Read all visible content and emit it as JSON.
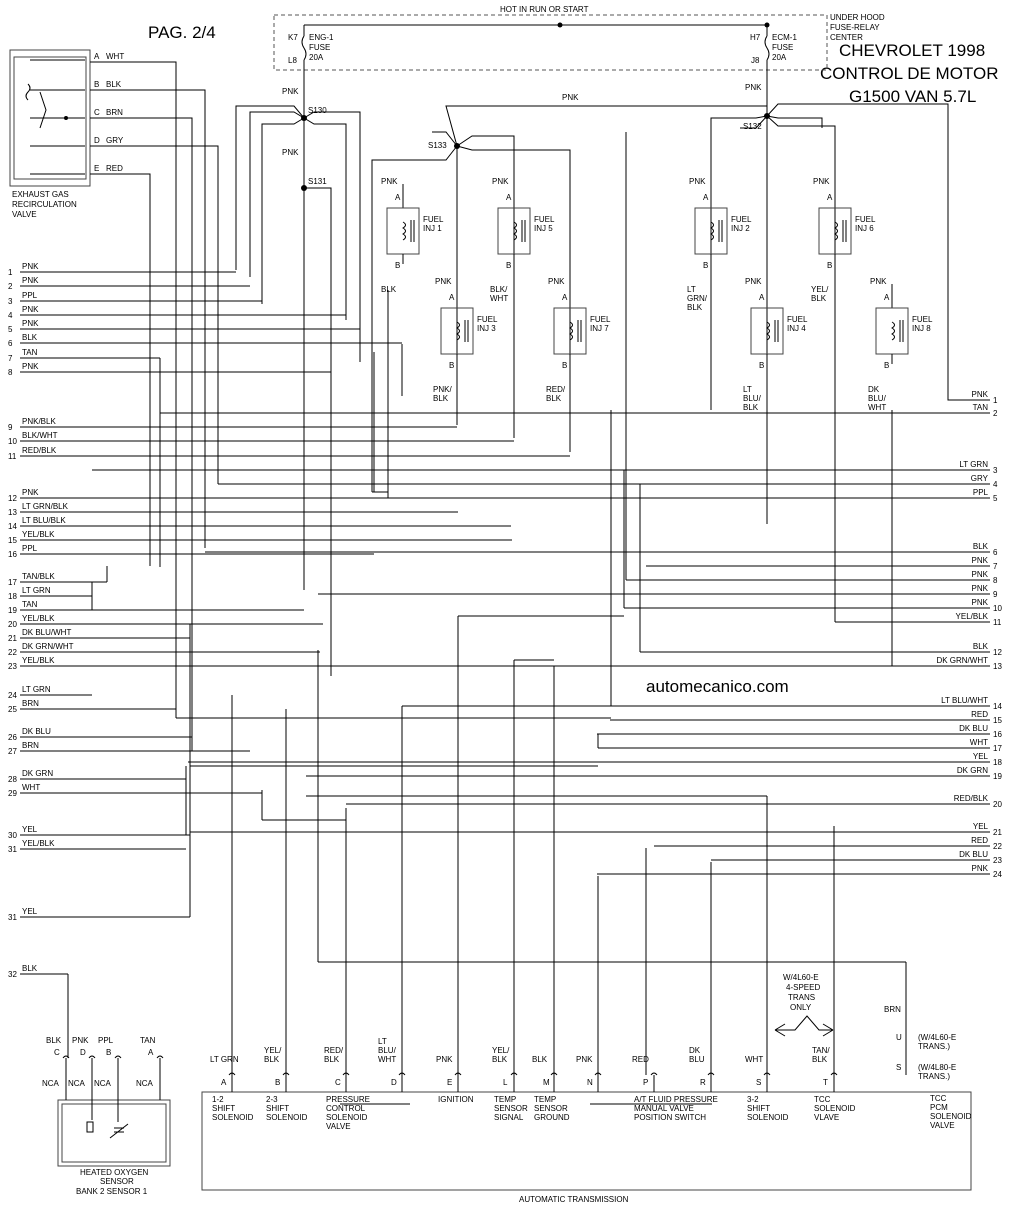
{
  "page": "PAG. 2/4",
  "title": [
    "CHEVROLET 1998",
    "CONTROL DE MOTOR",
    "G1500 VAN 5.7L"
  ],
  "watermark": "automecanico.com",
  "fuse_box": {
    "top_label": "HOT IN RUN OR START",
    "center_label": [
      "UNDER HOOD",
      "FUSE-RELAY",
      "CENTER"
    ],
    "fuse1": {
      "top_pin": "K7",
      "bottom_pin": "L8",
      "name": [
        "ENG-1",
        "FUSE",
        "20A"
      ]
    },
    "fuse2": {
      "top_pin": "H7",
      "bottom_pin": "J8",
      "name": [
        "ECM-1",
        "FUSE",
        "20A"
      ]
    }
  },
  "splices": [
    "S130",
    "S131",
    "S133",
    "S132"
  ],
  "egr": {
    "label": [
      "EXHAUST GAS",
      "RECIRCULATION",
      "VALVE"
    ],
    "pins": [
      {
        "pin": "A",
        "wire": "WHT"
      },
      {
        "pin": "B",
        "wire": "BLK"
      },
      {
        "pin": "C",
        "wire": "BRN"
      },
      {
        "pin": "D",
        "wire": "GRY"
      },
      {
        "pin": "E",
        "wire": "RED"
      }
    ]
  },
  "injectors": [
    {
      "name": [
        "FUEL",
        "INJ 1"
      ],
      "in": "PNK",
      "out": "BLK"
    },
    {
      "name": [
        "FUEL",
        "INJ 5"
      ],
      "in": "PNK",
      "out": "BLK/\nWHT"
    },
    {
      "name": [
        "FUEL",
        "INJ 3"
      ],
      "in": "PNK",
      "out": "PNK/\nBLK"
    },
    {
      "name": [
        "FUEL",
        "INJ 7"
      ],
      "in": "PNK",
      "out": "RED/\nBLK"
    },
    {
      "name": [
        "FUEL",
        "INJ 2"
      ],
      "in": "PNK",
      "out": "LT\nGRN/\nBLK"
    },
    {
      "name": [
        "FUEL",
        "INJ 6"
      ],
      "in": "PNK",
      "out": "YEL/\nBLK"
    },
    {
      "name": [
        "FUEL",
        "INJ 4"
      ],
      "in": "PNK",
      "out": "LT\nBLU/\nBLK"
    },
    {
      "name": [
        "FUEL",
        "INJ 8"
      ],
      "in": "PNK",
      "out": "DK\nBLU/\nWHT"
    }
  ],
  "left_terminals": [
    {
      "n": "1",
      "wire": "PNK"
    },
    {
      "n": "2",
      "wire": "PNK"
    },
    {
      "n": "3",
      "wire": "PPL"
    },
    {
      "n": "4",
      "wire": "PNK"
    },
    {
      "n": "5",
      "wire": "PNK"
    },
    {
      "n": "6",
      "wire": "BLK"
    },
    {
      "n": "7",
      "wire": "TAN"
    },
    {
      "n": "8",
      "wire": "PNK"
    },
    {
      "n": "9",
      "wire": "PNK/BLK"
    },
    {
      "n": "10",
      "wire": "BLK/WHT"
    },
    {
      "n": "11",
      "wire": "RED/BLK"
    },
    {
      "n": "12",
      "wire": "PNK"
    },
    {
      "n": "13",
      "wire": "LT GRN/BLK"
    },
    {
      "n": "14",
      "wire": "LT BLU/BLK"
    },
    {
      "n": "15",
      "wire": "YEL/BLK"
    },
    {
      "n": "16",
      "wire": "PPL"
    },
    {
      "n": "17",
      "wire": "TAN/BLK"
    },
    {
      "n": "18",
      "wire": "LT GRN"
    },
    {
      "n": "19",
      "wire": "TAN"
    },
    {
      "n": "20",
      "wire": "YEL/BLK"
    },
    {
      "n": "21",
      "wire": "DK BLU/WHT"
    },
    {
      "n": "22",
      "wire": "DK GRN/WHT"
    },
    {
      "n": "23",
      "wire": "YEL/BLK"
    },
    {
      "n": "24",
      "wire": "LT GRN"
    },
    {
      "n": "25",
      "wire": "BRN"
    },
    {
      "n": "26",
      "wire": "DK BLU"
    },
    {
      "n": "27",
      "wire": "BRN"
    },
    {
      "n": "28",
      "wire": "DK GRN"
    },
    {
      "n": "29",
      "wire": "WHT"
    },
    {
      "n": "30",
      "wire": "YEL"
    },
    {
      "n": "31",
      "wire": "YEL/BLK"
    },
    {
      "n": "31",
      "wire": "YEL"
    },
    {
      "n": "32",
      "wire": "BLK"
    }
  ],
  "right_terminals": [
    {
      "n": "1",
      "wire": "PNK"
    },
    {
      "n": "2",
      "wire": "TAN"
    },
    {
      "n": "3",
      "wire": "LT GRN"
    },
    {
      "n": "4",
      "wire": "GRY"
    },
    {
      "n": "5",
      "wire": "PPL"
    },
    {
      "n": "6",
      "wire": "BLK"
    },
    {
      "n": "7",
      "wire": "PNK"
    },
    {
      "n": "8",
      "wire": "PNK"
    },
    {
      "n": "9",
      "wire": "PNK"
    },
    {
      "n": "10",
      "wire": "PNK"
    },
    {
      "n": "11",
      "wire": "YEL/BLK"
    },
    {
      "n": "12",
      "wire": "BLK"
    },
    {
      "n": "13",
      "wire": "DK GRN/WHT"
    },
    {
      "n": "14",
      "wire": "LT BLU/WHT"
    },
    {
      "n": "15",
      "wire": "RED"
    },
    {
      "n": "16",
      "wire": "DK BLU"
    },
    {
      "n": "17",
      "wire": "WHT"
    },
    {
      "n": "18",
      "wire": "YEL"
    },
    {
      "n": "19",
      "wire": "DK GRN"
    },
    {
      "n": "20",
      "wire": "RED/BLK"
    },
    {
      "n": "21",
      "wire": "YEL"
    },
    {
      "n": "22",
      "wire": "RED"
    },
    {
      "n": "23",
      "wire": "DK BLU"
    },
    {
      "n": "24",
      "wire": "PNK"
    }
  ],
  "o2_sensor": {
    "label": [
      "HEATED OXYGEN",
      "SENSOR",
      "BANK 2 SENSOR 1"
    ],
    "pins": [
      {
        "wire": "BLK",
        "pin": "C",
        "nca": "NCA"
      },
      {
        "wire": "PNK",
        "pin": "D",
        "nca": "NCA"
      },
      {
        "wire": "PPL",
        "pin": "B",
        "nca": "NCA"
      },
      {
        "wire": "TAN",
        "pin": "A",
        "nca": "NCA"
      }
    ]
  },
  "transmission": {
    "label": "AUTOMATIC TRANSMISSION",
    "note_4speed": [
      "W/4L60-E",
      "4-SPEED",
      "TRANS",
      "ONLY"
    ],
    "note_u": "(W/4L60-E\nTRANS.)",
    "note_s": "(W/4L80-E\nTRANS.)",
    "extra_wire": "BRN",
    "pins": [
      {
        "pin": "A",
        "wire": "LT GRN",
        "label": "1-2\nSHIFT\nSOLENOID"
      },
      {
        "pin": "B",
        "wire": "YEL/\nBLK",
        "label": "2-3\nSHIFT\nSOLENOID"
      },
      {
        "pin": "C",
        "wire": "RED/\nBLK",
        "label": "PRESSURE\nCONTROL\nSOLENOID\nVALVE"
      },
      {
        "pin": "D",
        "wire": "LT\nBLU/\nWHT",
        "label": ""
      },
      {
        "pin": "E",
        "wire": "PNK",
        "label": "IGNITION"
      },
      {
        "pin": "L",
        "wire": "YEL/\nBLK",
        "label": "TEMP\nSENSOR\nSIGNAL"
      },
      {
        "pin": "M",
        "wire": "BLK",
        "label": "TEMP\nSENSOR\nGROUND"
      },
      {
        "pin": "N",
        "wire": "PNK",
        "label": ""
      },
      {
        "pin": "P",
        "wire": "RED",
        "label": "A/T FLUID PRESSURE\nMANUAL VALVE\nPOSITION SWITCH"
      },
      {
        "pin": "R",
        "wire": "DK\nBLU",
        "label": ""
      },
      {
        "pin": "S",
        "wire": "WHT",
        "label": "3-2\nSHIFT\nSOLENOID"
      },
      {
        "pin": "T",
        "wire": "TAN/\nBLK",
        "label": "TCC\nSOLENOID\nVLAVE"
      },
      {
        "pin": "U",
        "wire": "",
        "label": "TCC\nPCM\nSOLENOID\nVALVE"
      },
      {
        "pin": "S",
        "wire": "",
        "label": ""
      }
    ]
  }
}
